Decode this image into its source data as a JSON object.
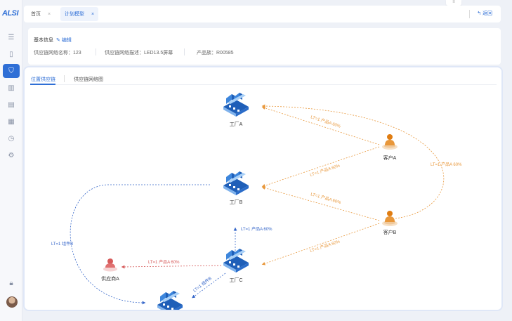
{
  "app": {
    "logo": "ALSI"
  },
  "sidebar": {
    "icons": [
      "menu-icon",
      "document-icon",
      "network-icon",
      "factory-icon",
      "box-icon",
      "calendar-icon",
      "clock-icon",
      "settings-icon",
      "lock-icon"
    ]
  },
  "topbar": {
    "tabs": [
      {
        "label": "首页",
        "close": "×"
      },
      {
        "label": "计划模型",
        "close": "×"
      }
    ],
    "back_label": "返回",
    "collapse_glyph": "≡"
  },
  "info": {
    "title": "基本信息",
    "edit_label": "编辑",
    "fields": [
      {
        "label": "供应链网络名称：123"
      },
      {
        "label": "供应链网络描述：LED13.5屏幕"
      },
      {
        "label": "产品族：R00585"
      }
    ]
  },
  "panel": {
    "tabs": [
      "位置供应链",
      "供应链网络图"
    ]
  },
  "graph": {
    "nodes": {
      "factoryA": "工厂A",
      "factoryB": "工厂B",
      "factoryC": "工厂C",
      "customerA": "客户A",
      "customerB": "客户B",
      "supplierA": "供应商A"
    },
    "edges": {
      "custA_factA": "LT=1    产品A    60%",
      "custA_factB": "LT=1    产品A    60%",
      "custB_factB": "LT=1    产品A    60%",
      "custB_factC": "LT=1    产品A    60%",
      "custB_factA_outer": "LT=1    产品A    60%",
      "factC_factB": "LT=1    产品A    60%",
      "factC_suppA": "LT=1    产品A    60%",
      "outer_left": "LT=1    组件B",
      "factC_bottom": "LT=1    组件B"
    },
    "colors": {
      "orange": "#e8973a",
      "blue": "#3566c9",
      "red": "#d65a5a"
    }
  }
}
